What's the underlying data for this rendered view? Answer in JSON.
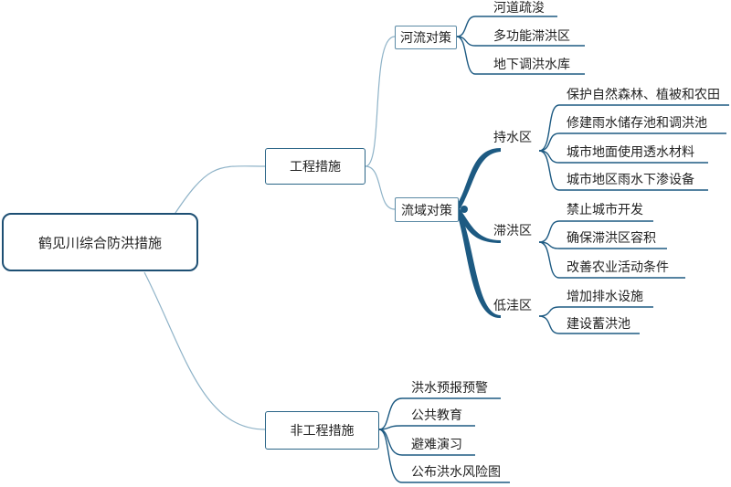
{
  "mindmap": {
    "root": "鹤见川综合防洪措施",
    "engineering": {
      "label": "工程措施",
      "river": {
        "label": "河流对策",
        "items": [
          "河道疏浚",
          "多功能滞洪区",
          "地下调洪水库"
        ]
      },
      "basin": {
        "label": "流域对策",
        "retention": {
          "label": "持水区",
          "items": [
            "保护自然森林、植被和农田",
            "修建雨水储存池和调洪池",
            "城市地面使用透水材料",
            "城市地区雨水下渗设备"
          ]
        },
        "detention": {
          "label": "滞洪区",
          "items": [
            "禁止城市开发",
            "确保滞洪区容积",
            "改善农业活动条件"
          ]
        },
        "lowland": {
          "label": "低洼区",
          "items": [
            "增加排水设施",
            "建设蓄洪池"
          ]
        }
      }
    },
    "non_engineering": {
      "label": "非工程措施",
      "items": [
        "洪水预报预警",
        "公共教育",
        "避难演习",
        "公布洪水风险图"
      ]
    }
  },
  "colors": {
    "root_border": "#1d4f73",
    "thick_branch": "#1d5a82",
    "thin_branch": "#7aa3bc"
  }
}
